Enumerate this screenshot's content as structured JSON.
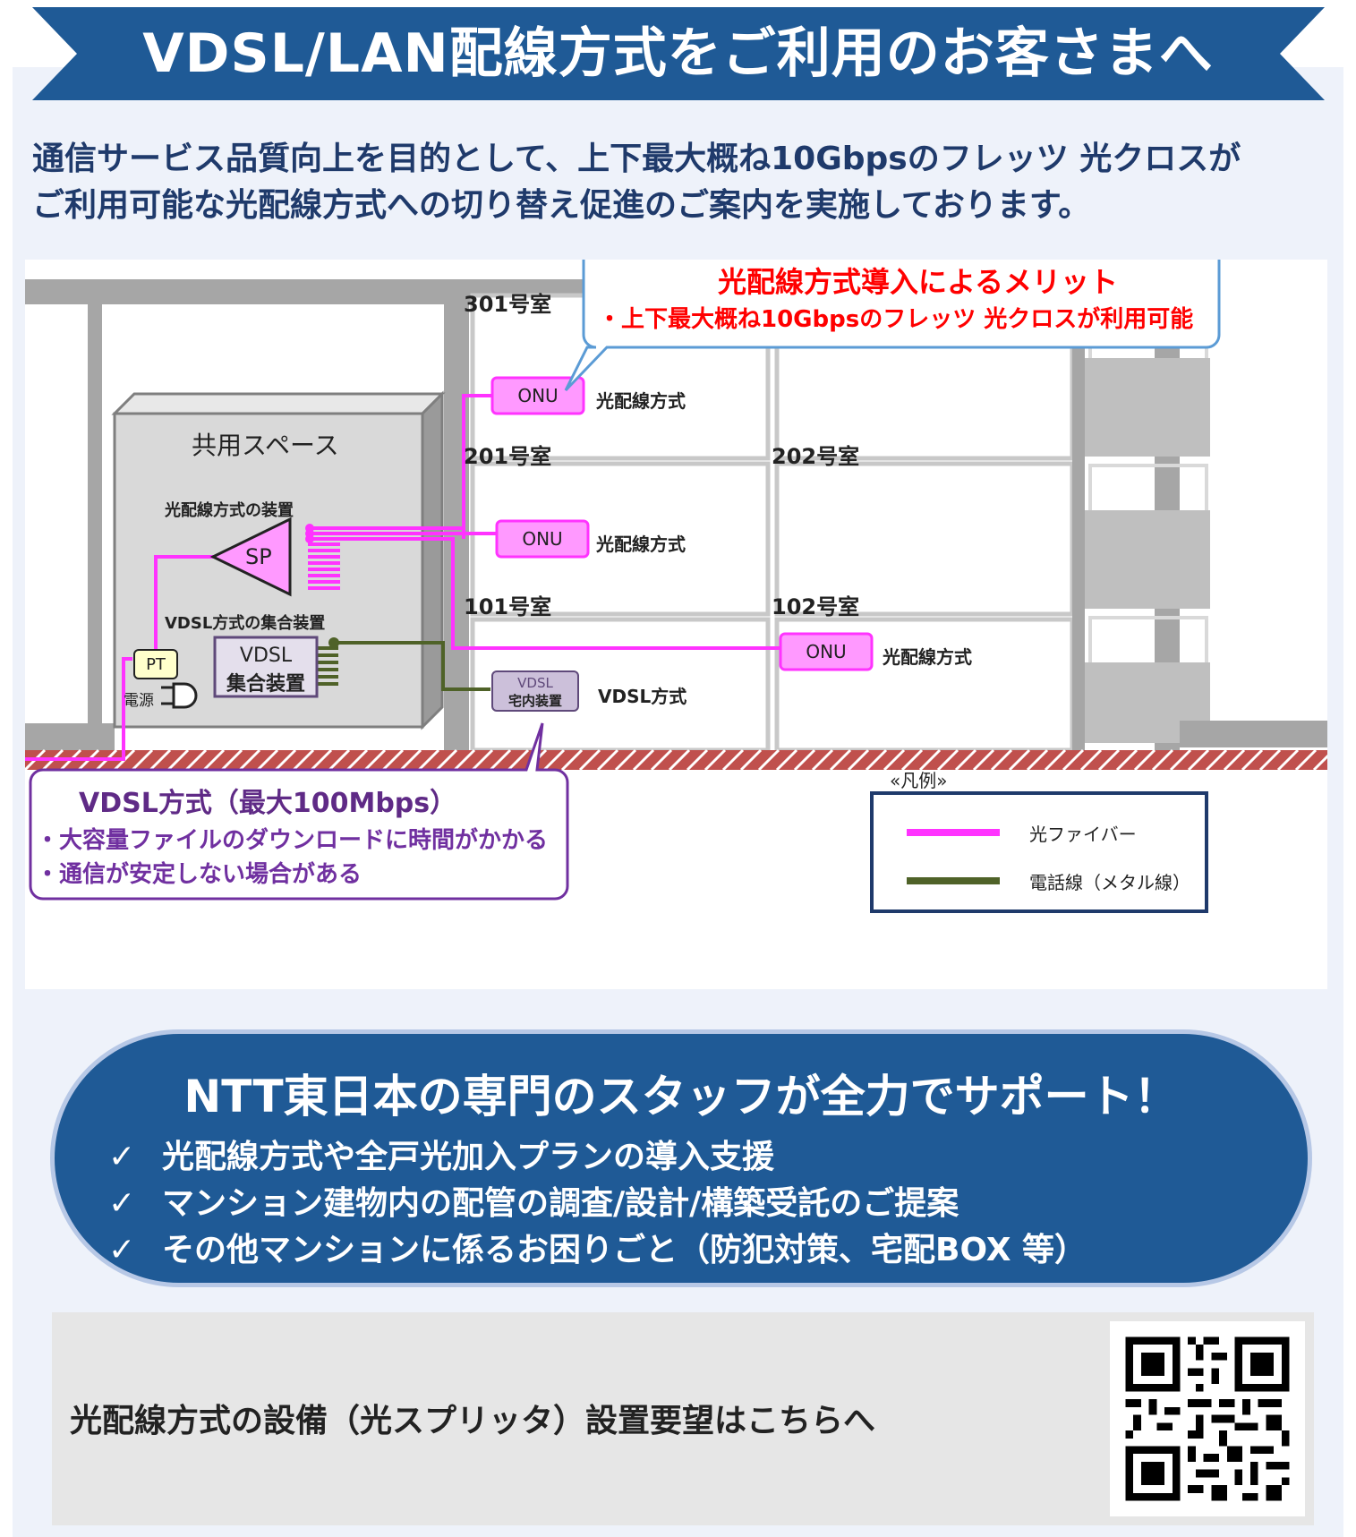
{
  "header": {
    "title": "VDSL/LAN配線方式をご利用のお客さまへ",
    "banner_color": "#1f5a96"
  },
  "intro": {
    "line1": "通信サービス品質向上を目的として、上下最大概ね10Gbpsのフレッツ 光クロスが",
    "line2": "ご利用可能な光配線方式への切り替え促進のご案内を実施しております。"
  },
  "diagram": {
    "merit": {
      "title": "光配線方式導入によるメリット",
      "item": "・上下最大概ね10Gbpsのフレッツ 光クロスが利用可能"
    },
    "rooms": {
      "r301": "301号室",
      "r201": "201号室",
      "r202": "202号室",
      "r101": "101号室",
      "r102": "102号室"
    },
    "shared_space": "共用スペース",
    "optical_device_label": "光配線方式の装置",
    "splitter": "SP",
    "vdsl_device_label": "VDSL方式の集合装置",
    "vdsl_device_line1": "VDSL",
    "vdsl_device_line2": "集合装置",
    "pt": "PT",
    "power": "電源",
    "onu": "ONU",
    "optical_method": "光配線方式",
    "vdsl_home_line1": "VDSL",
    "vdsl_home_line2": "宅内装置",
    "vdsl_method": "VDSL方式",
    "vdsl_callout": {
      "title": "VDSL方式（最大100Mbps）",
      "item1": "・大容量ファイルのダウンロードに時間がかかる",
      "item2": "・通信が安定しない場合がある"
    },
    "legend": {
      "title": "«凡例»",
      "fiber": "光ファイバー",
      "phone": "電話線（メタル線）",
      "fiber_color": "#ff33ff",
      "phone_color": "#4f6228"
    }
  },
  "support": {
    "title": "NTT東日本の専門のスタッフが全力でサポート！",
    "check": "✓",
    "items": [
      "光配線方式や全戸光加入プランの導入支援",
      "マンション建物内の配管の調査/設計/構築受託のご提案",
      "その他マンションに係るお困りごと（防犯対策、宅配BOX 等）"
    ]
  },
  "request": {
    "text": "光配線方式の設備（光スプリッタ）設置要望はこちらへ"
  }
}
